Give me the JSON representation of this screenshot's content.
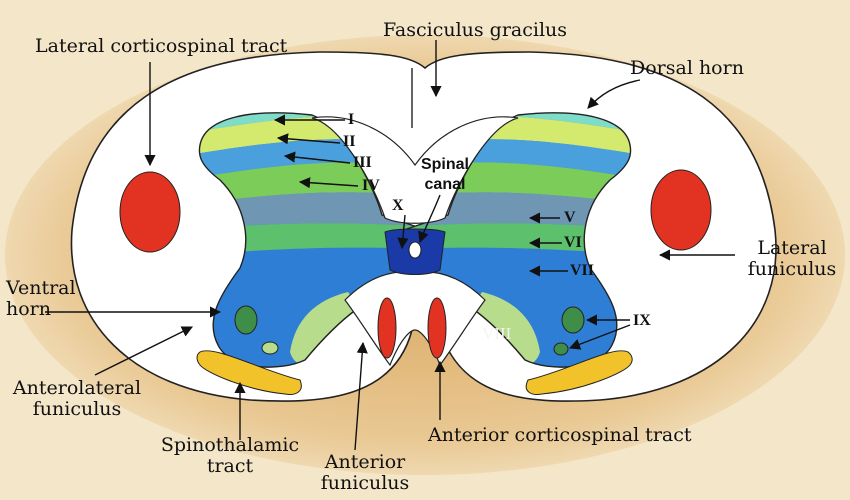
{
  "labels": {
    "lateral_corticospinal_tract": "Lateral corticospinal tract",
    "fasciculus_gracilus": "Fasciculus gracilus",
    "dorsal_horn": "Dorsal horn",
    "spinal_canal_line1": "Spinal",
    "spinal_canal_line2": "canal",
    "lateral_funiculus_line1": "Lateral",
    "lateral_funiculus_line2": "funiculus",
    "ventral_horn_line1": "Ventral",
    "ventral_horn_line2": "horn",
    "anterolateral_funiculus_line1": "Anterolateral",
    "anterolateral_funiculus_line2": "funiculus",
    "spinothalamic_tract_line1": "Spinothalamic",
    "spinothalamic_tract_line2": "tract",
    "anterior_funiculus_line1": "Anterior",
    "anterior_funiculus_line2": "funiculus",
    "anterior_corticospinal_tract": "Anterior corticospinal tract"
  },
  "laminae": {
    "I": "I",
    "II": "II",
    "III": "III",
    "IV": "IV",
    "V": "V",
    "VI": "VI",
    "VII": "VII",
    "VIII": "VIII",
    "IX": "IX",
    "X": "X"
  },
  "colors": {
    "background": "#f4e6c8",
    "white_matter": "#ffffff",
    "lamina_I": "#7fdcc8",
    "lamina_II": "#d4ea6e",
    "lamina_III": "#4aa0dc",
    "lamina_IV": "#7ccc5a",
    "lamina_V": "#6f97b4",
    "lamina_VI": "#5cc06c",
    "lamina_VII": "#2f7ed6",
    "lamina_VIII": "#b6dc8c",
    "lamina_IX": "#3e8e4a",
    "lamina_X": "#1a3aa8",
    "corticospinal_tract": "#e23322",
    "spinothalamic_tract": "#f2c22a"
  }
}
